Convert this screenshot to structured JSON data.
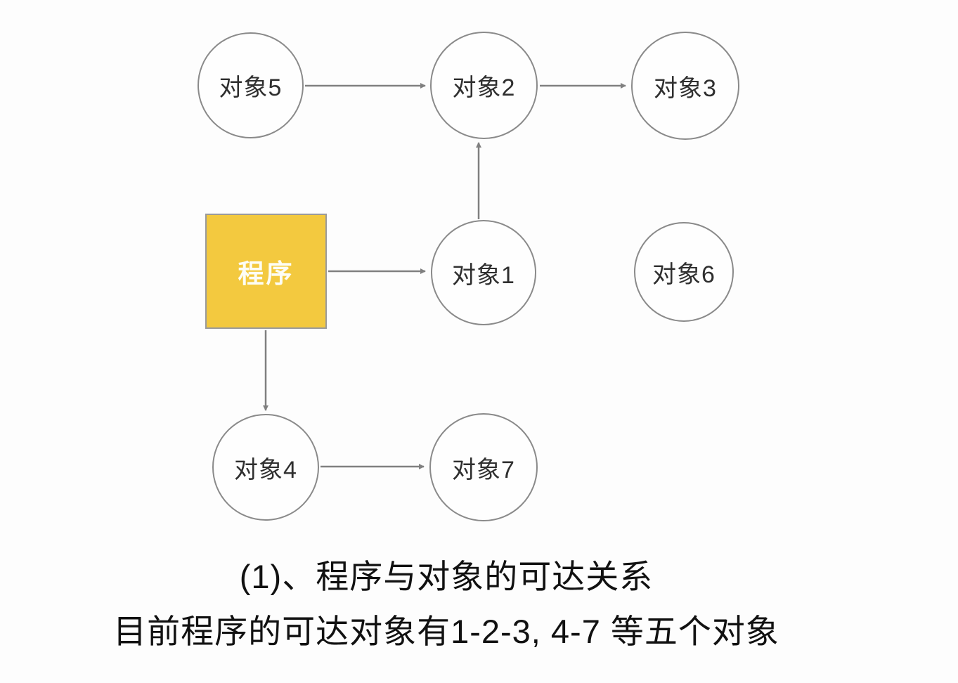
{
  "diagram": {
    "program_node": {
      "label": "程序"
    },
    "object_nodes": {
      "obj1": {
        "label": "对象1"
      },
      "obj2": {
        "label": "对象2"
      },
      "obj3": {
        "label": "对象3"
      },
      "obj4": {
        "label": "对象4"
      },
      "obj5": {
        "label": "对象5"
      },
      "obj6": {
        "label": "对象6"
      },
      "obj7": {
        "label": "对象7"
      }
    },
    "edges": [
      {
        "from": "对象5",
        "to": "对象2"
      },
      {
        "from": "对象2",
        "to": "对象3"
      },
      {
        "from": "对象1",
        "to": "对象2"
      },
      {
        "from": "程序",
        "to": "对象1"
      },
      {
        "from": "程序",
        "to": "对象4"
      },
      {
        "from": "对象4",
        "to": "对象7"
      }
    ],
    "colors": {
      "program_fill": "#f3c93f",
      "node_border": "#8a8a8a",
      "arrow": "#808080",
      "background": "#fdfdfd",
      "node_text": "#2f2f2f",
      "caption_text": "#111111"
    }
  },
  "caption": {
    "line1": "(1)、程序与对象的可达关系",
    "line2": "目前程序的可达对象有1-2-3, 4-7 等五个对象"
  }
}
